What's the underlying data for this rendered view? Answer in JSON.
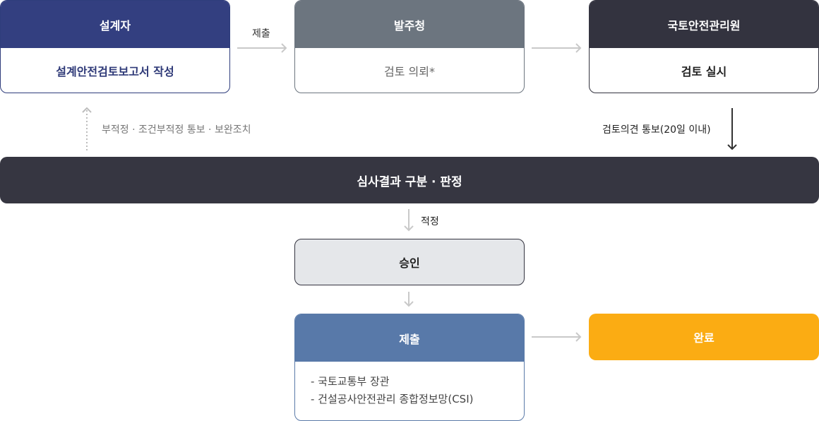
{
  "designer": {
    "title": "설계자",
    "content": "설계안전검토보고서 작성"
  },
  "client": {
    "title": "발주청",
    "content": "검토 의뢰*"
  },
  "kalis": {
    "title": "국토안전관리원",
    "content": "검토 실시"
  },
  "arrows": {
    "submit_label": "제출",
    "notice_label": "부적정 · 조건부적정 통보 · 보완조치",
    "opinion_label": "검토의견 통보(20일 이내)",
    "proper_label": "적정"
  },
  "review": {
    "title": "심사결과 구분 · 판정"
  },
  "approval": {
    "title": "승인"
  },
  "submit": {
    "title": "제출",
    "items": [
      "-  국토교통부 장관",
      "-  건설공사안전관리 종합정보망(CSI)"
    ]
  },
  "complete": {
    "title": "완료"
  },
  "colors": {
    "designer": "#333f80",
    "client": "#6c757f",
    "kalis": "#33333f",
    "review": "#363641",
    "approval_bg": "#e5e7ea",
    "submit": "#5879a9",
    "complete": "#fbac13"
  }
}
